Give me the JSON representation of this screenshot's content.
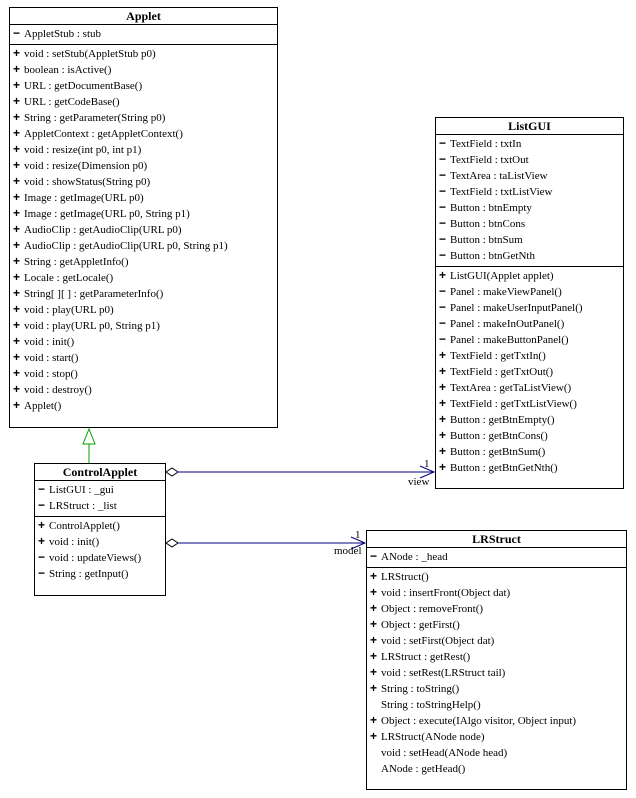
{
  "classes": {
    "applet": {
      "name": "Applet",
      "attributes": [
        {
          "vis": "−",
          "text": "AppletStub : stub"
        }
      ],
      "operations": [
        {
          "vis": "+",
          "text": "void : setStub(AppletStub p0)"
        },
        {
          "vis": "+",
          "text": "boolean : isActive()"
        },
        {
          "vis": "+",
          "text": "URL : getDocumentBase()"
        },
        {
          "vis": "+",
          "text": "URL : getCodeBase()"
        },
        {
          "vis": "+",
          "text": "String : getParameter(String p0)"
        },
        {
          "vis": "+",
          "text": "AppletContext : getAppletContext()"
        },
        {
          "vis": "+",
          "text": "void : resize(int p0, int p1)"
        },
        {
          "vis": "+",
          "text": "void : resize(Dimension p0)"
        },
        {
          "vis": "+",
          "text": "void : showStatus(String p0)"
        },
        {
          "vis": "+",
          "text": "Image : getImage(URL p0)"
        },
        {
          "vis": "+",
          "text": "Image : getImage(URL p0, String p1)"
        },
        {
          "vis": "+",
          "text": "AudioClip : getAudioClip(URL p0)"
        },
        {
          "vis": "+",
          "text": "AudioClip : getAudioClip(URL p0, String p1)"
        },
        {
          "vis": "+",
          "text": "String : getAppletInfo()"
        },
        {
          "vis": "+",
          "text": "Locale : getLocale()"
        },
        {
          "vis": "+",
          "text": "String[ ][ ] : getParameterInfo()"
        },
        {
          "vis": "+",
          "text": "void : play(URL p0)"
        },
        {
          "vis": "+",
          "text": "void : play(URL p0, String p1)"
        },
        {
          "vis": "+",
          "text": "void : init()"
        },
        {
          "vis": "+",
          "text": "void : start()"
        },
        {
          "vis": "+",
          "text": "void : stop()"
        },
        {
          "vis": "+",
          "text": "void : destroy()"
        },
        {
          "vis": "+",
          "text": "Applet()"
        }
      ]
    },
    "listgui": {
      "name": "ListGUI",
      "attributes": [
        {
          "vis": "−",
          "text": "TextField : txtIn"
        },
        {
          "vis": "−",
          "text": "TextField : txtOut"
        },
        {
          "vis": "−",
          "text": "TextArea : taListView"
        },
        {
          "vis": "−",
          "text": "TextField : txtListView"
        },
        {
          "vis": "−",
          "text": "Button : btnEmpty"
        },
        {
          "vis": "−",
          "text": "Button : btnCons"
        },
        {
          "vis": "−",
          "text": "Button : btnSum"
        },
        {
          "vis": "−",
          "text": "Button : btnGetNth"
        }
      ],
      "operations": [
        {
          "vis": "+",
          "text": "ListGUI(Applet applet)"
        },
        {
          "vis": "−",
          "text": "Panel : makeViewPanel()"
        },
        {
          "vis": "−",
          "text": "Panel : makeUserInputPanel()"
        },
        {
          "vis": "−",
          "text": "Panel : makeInOutPanel()"
        },
        {
          "vis": "−",
          "text": "Panel : makeButtonPanel()"
        },
        {
          "vis": "+",
          "text": "TextField : getTxtIn()"
        },
        {
          "vis": "+",
          "text": "TextField : getTxtOut()"
        },
        {
          "vis": "+",
          "text": "TextArea : getTaListView()"
        },
        {
          "vis": "+",
          "text": "TextField : getTxtListView()"
        },
        {
          "vis": "+",
          "text": "Button : getBtnEmpty()"
        },
        {
          "vis": "+",
          "text": "Button : getBtnCons()"
        },
        {
          "vis": "+",
          "text": "Button : getBtnSum()"
        },
        {
          "vis": "+",
          "text": "Button : getBtnGetNth()"
        }
      ]
    },
    "controlapplet": {
      "name": "ControlApplet",
      "attributes": [
        {
          "vis": "−",
          "text": "ListGUI : _gui"
        },
        {
          "vis": "−",
          "text": "LRStruct : _list"
        }
      ],
      "operations": [
        {
          "vis": "+",
          "text": "ControlApplet()"
        },
        {
          "vis": "+",
          "text": "void : init()"
        },
        {
          "vis": "−",
          "text": "void : updateViews()"
        },
        {
          "vis": "−",
          "text": "String : getInput()"
        }
      ]
    },
    "lrstruct": {
      "name": "LRStruct",
      "attributes": [
        {
          "vis": "−",
          "text": "ANode : _head"
        }
      ],
      "operations": [
        {
          "vis": "+",
          "text": "LRStruct()"
        },
        {
          "vis": "+",
          "text": "void : insertFront(Object dat)"
        },
        {
          "vis": "+",
          "text": "Object : removeFront()"
        },
        {
          "vis": "+",
          "text": "Object : getFirst()"
        },
        {
          "vis": "+",
          "text": "void : setFirst(Object dat)"
        },
        {
          "vis": "+",
          "text": "LRStruct : getRest()"
        },
        {
          "vis": "+",
          "text": "void : setRest(LRStruct tail)"
        },
        {
          "vis": "+",
          "text": "String : toString()"
        },
        {
          "vis": "",
          "text": "String : toStringHelp()"
        },
        {
          "vis": "+",
          "text": "Object : execute(IAlgo visitor, Object input)"
        },
        {
          "vis": "+",
          "text": "LRStruct(ANode node)"
        },
        {
          "vis": "",
          "text": "void : setHead(ANode head)"
        },
        {
          "vis": "",
          "text": "ANode : getHead()"
        }
      ]
    }
  },
  "associations": {
    "view": {
      "role": "view",
      "multiplicity": "1"
    },
    "model": {
      "role": "model",
      "multiplicity": "1"
    }
  },
  "colors": {
    "generalization": "#00a000",
    "association": "#000080"
  }
}
